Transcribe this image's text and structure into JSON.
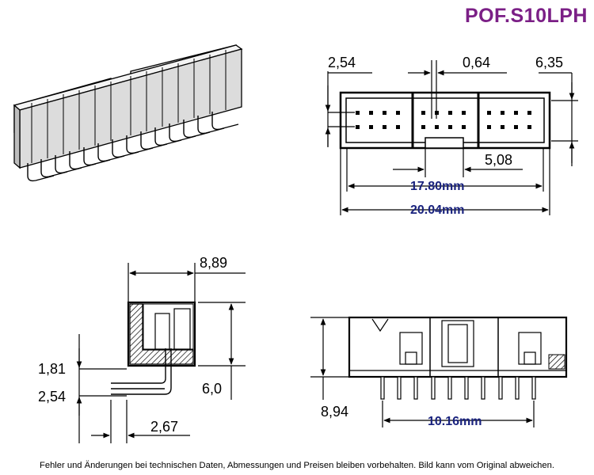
{
  "title": "POF.S10LPH",
  "colors": {
    "title": "#7b1f86",
    "accent_dim": "#1a237e"
  },
  "top_view": {
    "dims": {
      "pitch": "2,54",
      "pin_width": "0,64",
      "height": "6,35",
      "key_width": "5,08",
      "inner_length": "17.80mm",
      "outer_length": "20.04mm"
    }
  },
  "side_view": {
    "dims": {
      "depth": "8,89",
      "offset1": "1,81",
      "offset2": "2,54",
      "height": "6,0",
      "pin_offset": "2,67"
    }
  },
  "front_view": {
    "dims": {
      "height": "8,94",
      "span": "10.16mm"
    }
  },
  "footer": "Fehler und Änderungen bei technischen Daten, Abmessungen und Preisen bleiben vorbehalten. Bild kann vom Original abweichen."
}
